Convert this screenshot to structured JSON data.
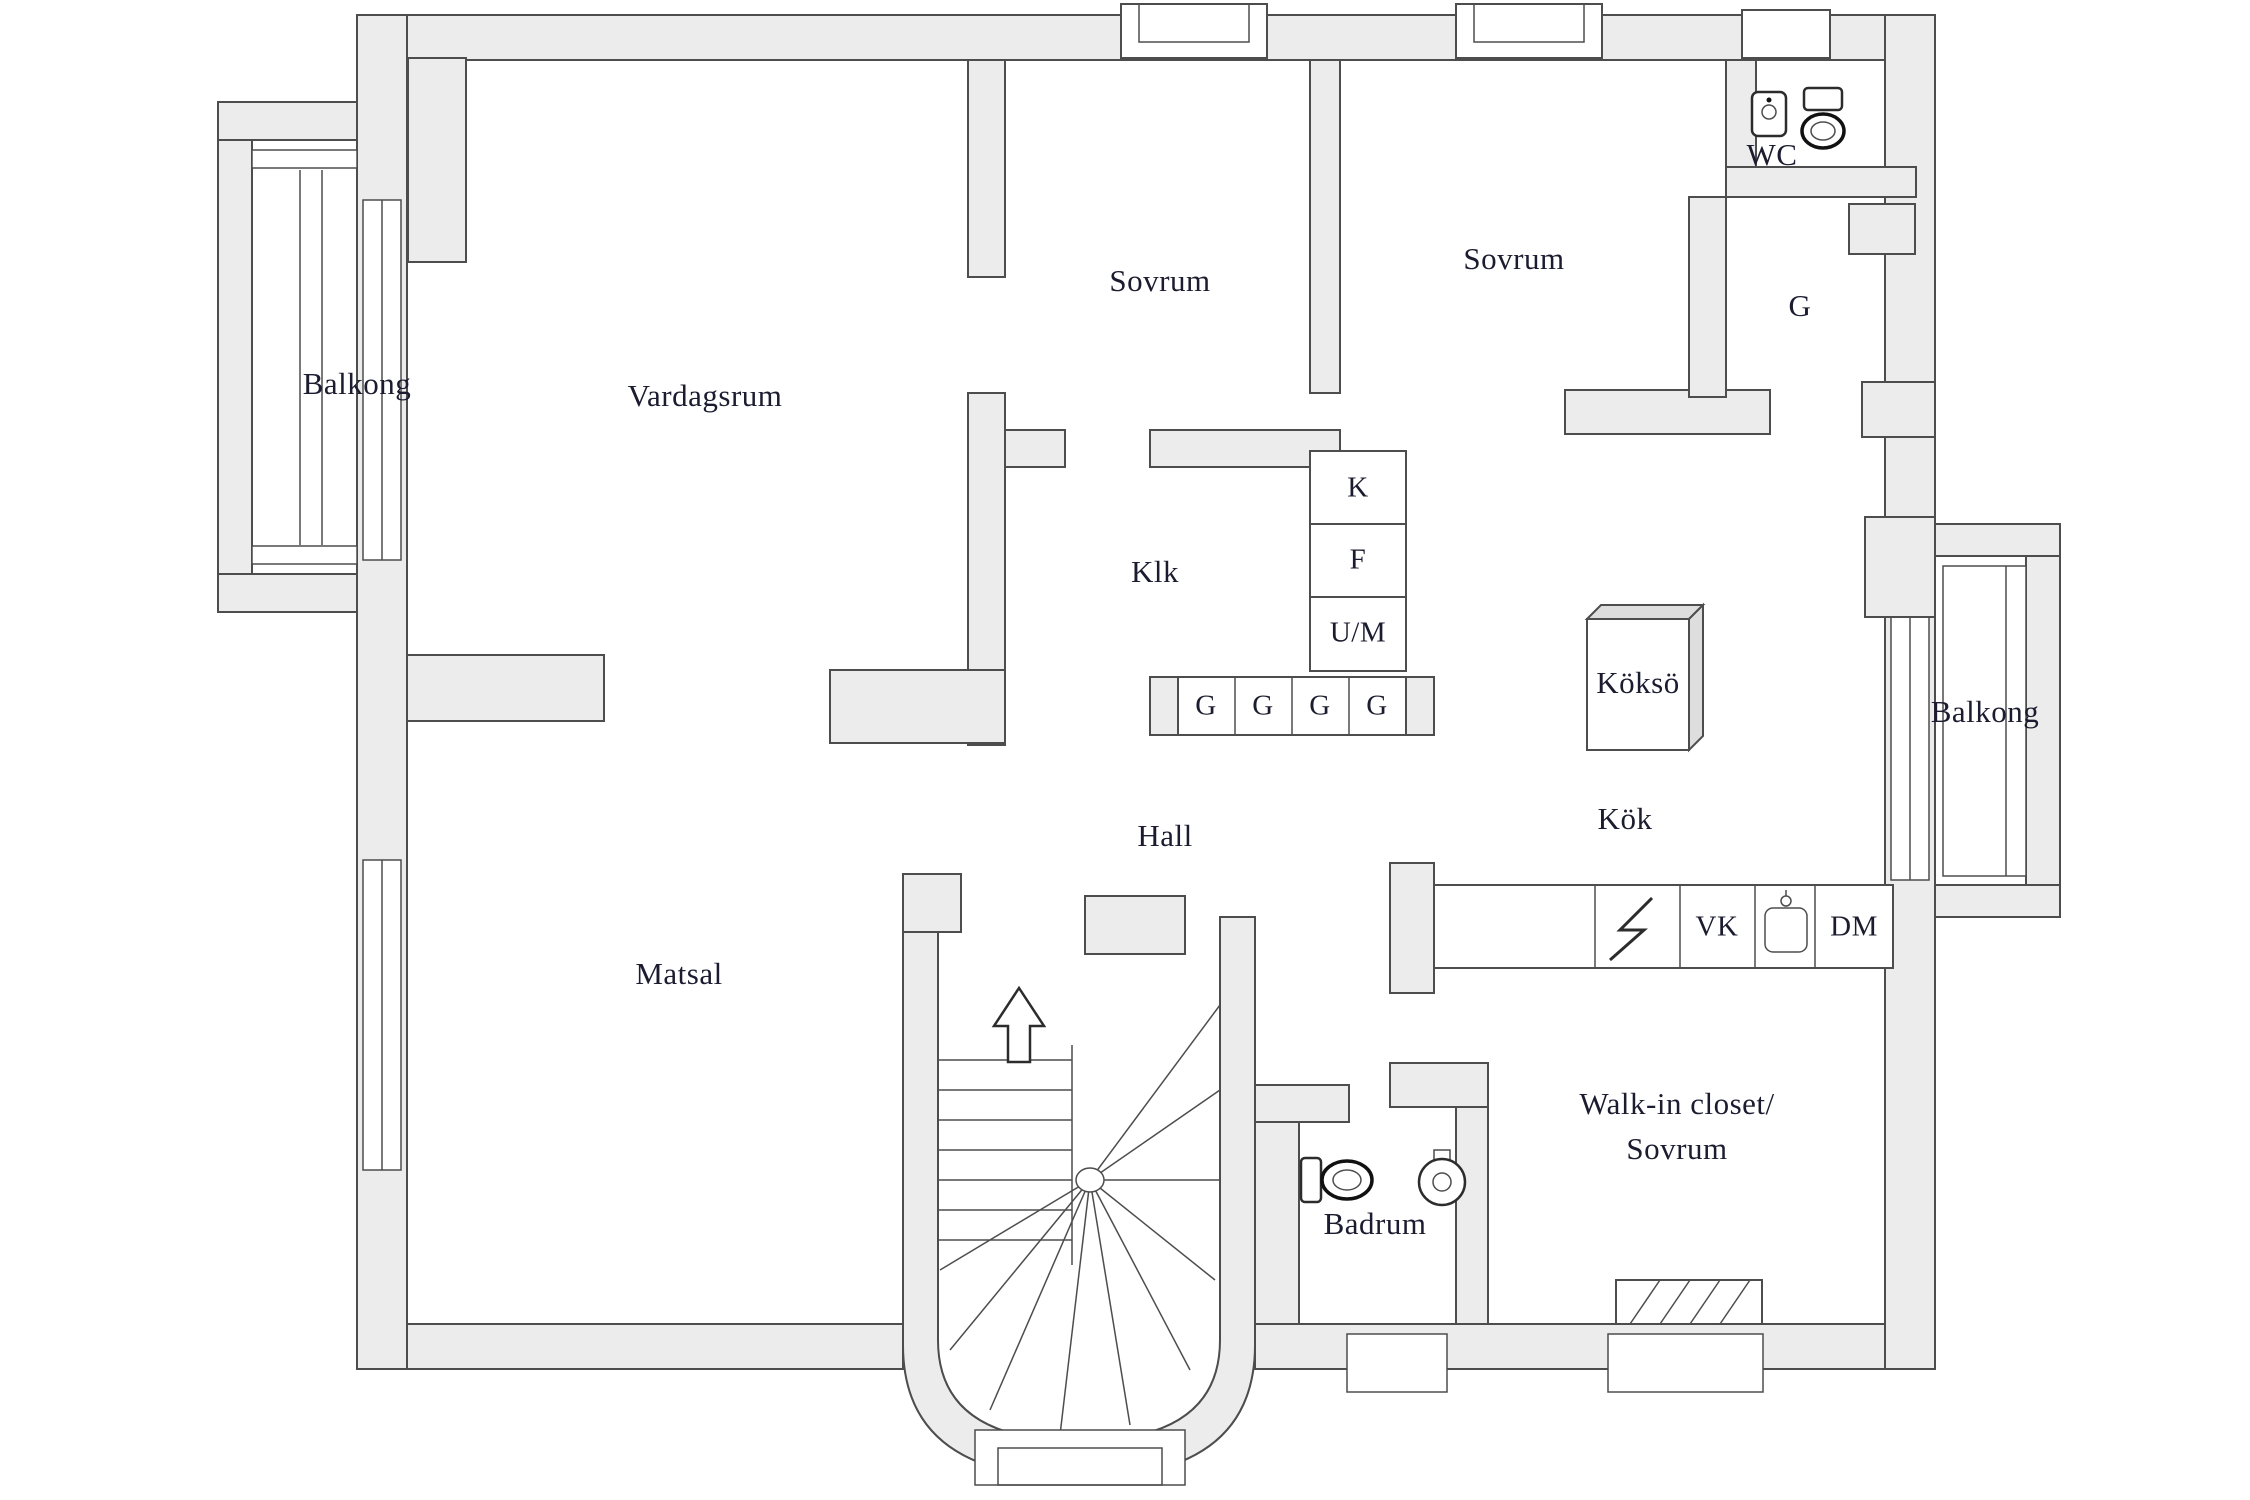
{
  "labels": {
    "balkong_left": "Balkong",
    "vardagsrum": "Vardagsrum",
    "sovrum_top": "Sovrum",
    "sovrum_top_right": "Sovrum",
    "wc": "WC",
    "g_closet": "G",
    "klk": "Klk",
    "k": "K",
    "f": "F",
    "um": "U/M",
    "g1": "G",
    "g2": "G",
    "g3": "G",
    "g4": "G",
    "koksoe": "Köksö",
    "balkong_right": "Balkong",
    "hall": "Hall",
    "kok": "Kök",
    "vk": "VK",
    "dm": "DM",
    "matsal": "Matsal",
    "badrum": "Badrum",
    "walk_in_line1": "Walk-in closet/",
    "walk_in_line2": "Sovrum"
  },
  "icons": {
    "stairs_up_arrow": "hollow up-arrow (stair direction)",
    "wc_toilet": "toilet top view",
    "wc_sink": "small basin",
    "bathroom_toilet": "toilet top view",
    "bathroom_sink": "round basin",
    "stove": "lightning zigzag (electric stove)",
    "kitchen_sink": "sink with tap"
  },
  "colors": {
    "wall_fill": "#ececec",
    "wall_stroke": "#4d4d4d",
    "label_text": "#1c1c30",
    "background": "#ffffff"
  }
}
